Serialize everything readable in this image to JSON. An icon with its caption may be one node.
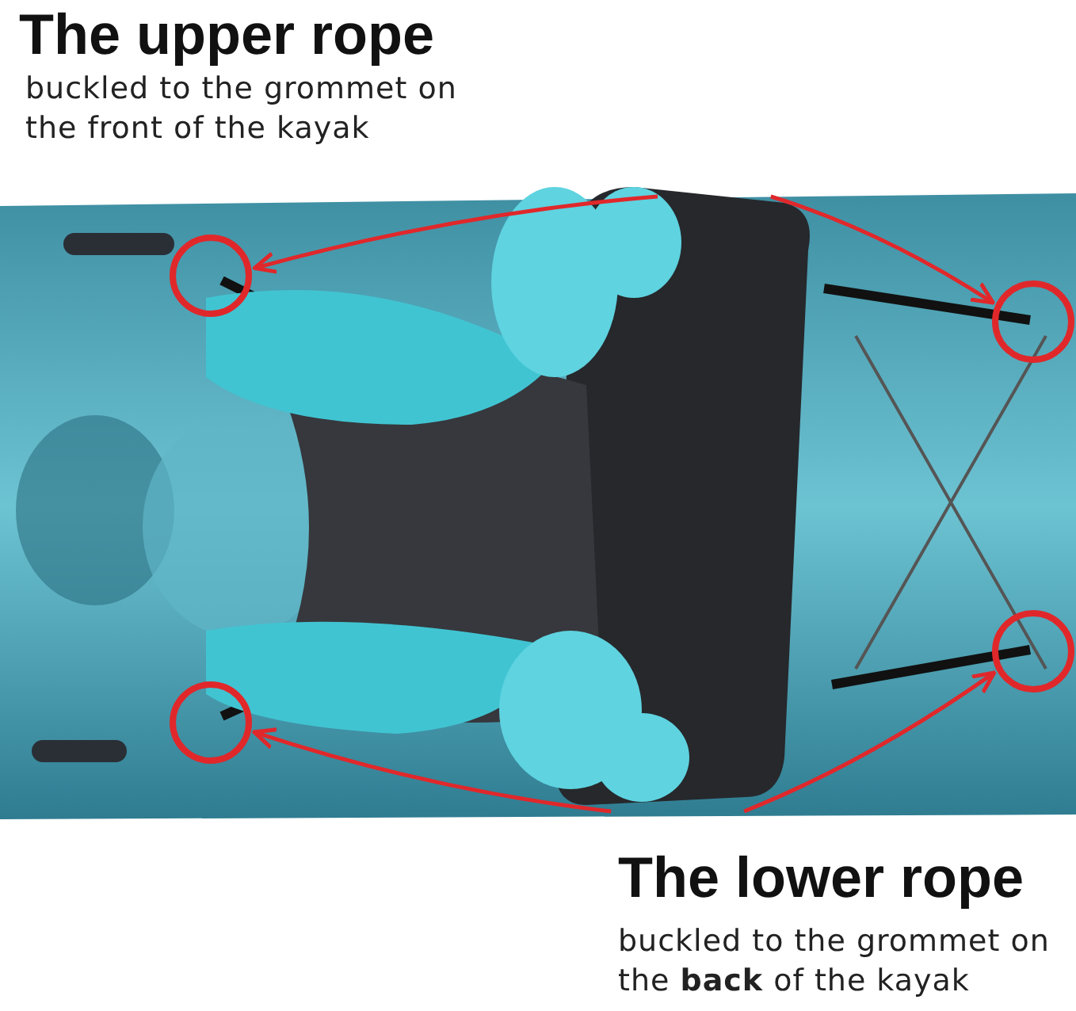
{
  "diagram": {
    "nodes": [
      {
        "text": [],
        "shape": "picture"
      },
      {
        "text": [],
        "shape": "picture",
        "in": 0
      },
      {
        "text": [],
        "shape": "circle",
        "in": 0
      },
      {
        "text": [],
        "shape": "circle",
        "in": 0
      },
      {
        "text": [],
        "shape": "circle",
        "in": 0
      },
      {
        "text": [],
        "shape": "circle",
        "in": 0
      }
    ],
    "edges": [
      {
        "from": 1,
        "to": 2,
        "arrow": "to"
      },
      {
        "from": 1,
        "to": 3,
        "arrow": "to"
      },
      {
        "from": 1,
        "to": 4,
        "arrow": "to"
      },
      {
        "from": 1,
        "to": 5,
        "arrow": "to"
      }
    ],
    "labels": [
      "The upper rope",
      "buckled to the grommet on the front of the kayak",
      "The lower rope",
      "buckled to the grommet on the **back** of the kayak"
    ]
  }
}
